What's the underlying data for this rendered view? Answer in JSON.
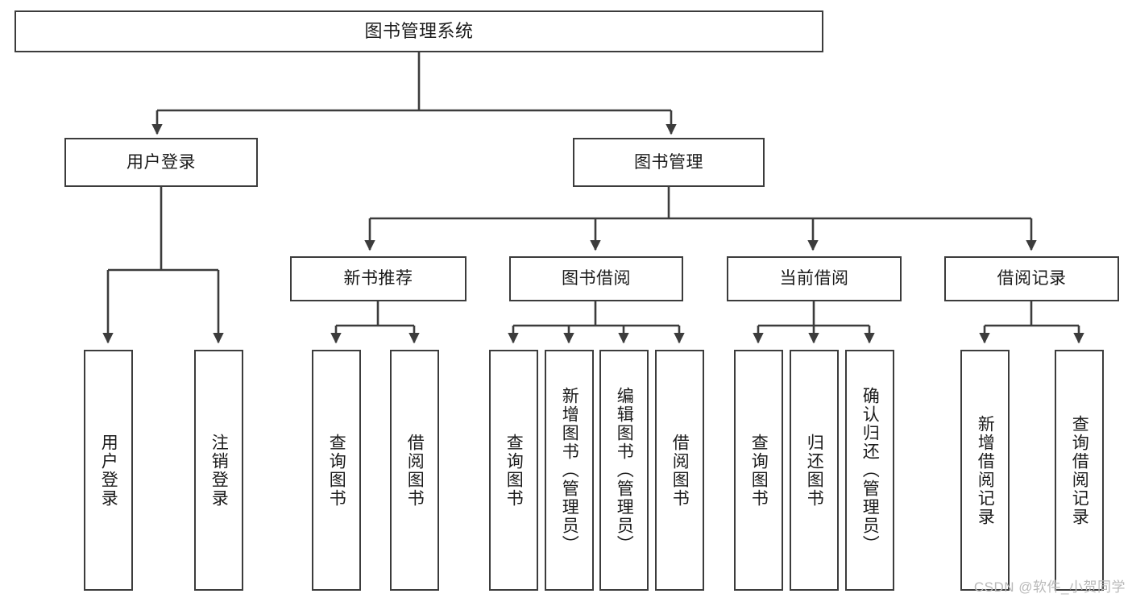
{
  "diagram": {
    "title": "图书管理系统",
    "type": "tree",
    "colors": {
      "stroke": "#3c3c3c",
      "fill": "#ffffff",
      "text": "#1b1b1b",
      "watermark": "#b9b9b9"
    },
    "watermark": "CSDN @软件_小贺同学",
    "nodes": {
      "root": {
        "label": "图书管理系统"
      },
      "level1": [
        {
          "id": "user-login",
          "label": "用户登录"
        },
        {
          "id": "book-manage",
          "label": "图书管理"
        }
      ],
      "level2": [
        {
          "id": "new-book-recommend",
          "label": "新书推荐"
        },
        {
          "id": "book-borrow",
          "label": "图书借阅"
        },
        {
          "id": "current-borrow",
          "label": "当前借阅"
        },
        {
          "id": "borrow-record",
          "label": "借阅记录"
        }
      ],
      "leaves": {
        "user-login": [
          {
            "id": "leaf-user-login",
            "label": "用户登录"
          },
          {
            "id": "leaf-logout-login",
            "label": "注销登录"
          }
        ],
        "new-book-recommend": [
          {
            "id": "leaf-query-book-1",
            "label": "查询图书"
          },
          {
            "id": "leaf-borrow-book-1",
            "label": "借阅图书"
          }
        ],
        "book-borrow": [
          {
            "id": "leaf-query-book-2",
            "label": "查询图书"
          },
          {
            "id": "leaf-add-book",
            "label": "新增图书（管理员）"
          },
          {
            "id": "leaf-edit-book",
            "label": "编辑图书（管理员）"
          },
          {
            "id": "leaf-borrow-book-2",
            "label": "借阅图书"
          }
        ],
        "current-borrow": [
          {
            "id": "leaf-query-book-3",
            "label": "查询图书"
          },
          {
            "id": "leaf-return-book",
            "label": "归还图书"
          },
          {
            "id": "leaf-confirm-return",
            "label": "确认归还（管理员）"
          }
        ],
        "borrow-record": [
          {
            "id": "leaf-add-record",
            "label": "新增借阅记录"
          },
          {
            "id": "leaf-query-record",
            "label": "查询借阅记录"
          }
        ]
      }
    }
  }
}
